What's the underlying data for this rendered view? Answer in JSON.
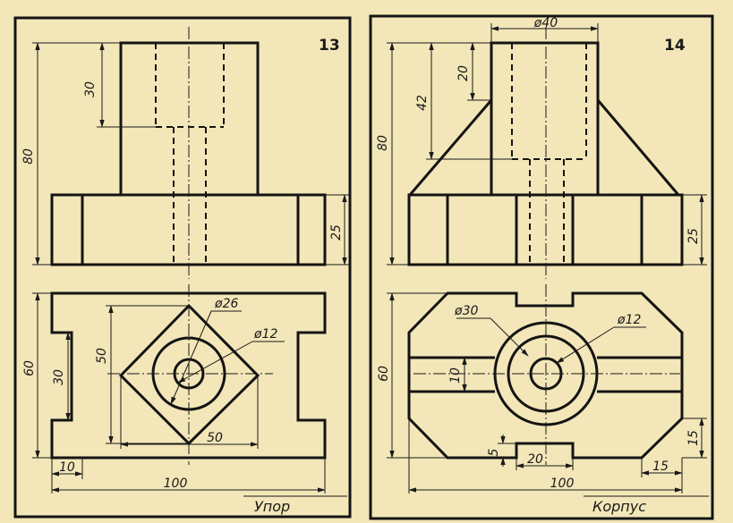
{
  "panels": [
    {
      "number": "13",
      "caption": "Упор",
      "dims": {
        "d30": "30",
        "d80": "80",
        "d25": "25",
        "d60": "60",
        "d30b": "30",
        "d50v": "50",
        "d50h": "50",
        "dia26": "ø26",
        "dia12": "ø12",
        "d10": "10",
        "d100": "100"
      }
    },
    {
      "number": "14",
      "caption": "Корпус",
      "dims": {
        "dia40": "ø40",
        "d20": "20",
        "d42": "42",
        "d80": "80",
        "d25": "25",
        "d60": "60",
        "dia30": "ø30",
        "dia12": "ø12",
        "d10": "10",
        "d5": "5",
        "d20b": "20",
        "d100": "100",
        "d15v": "15",
        "d15h": "15"
      }
    }
  ]
}
